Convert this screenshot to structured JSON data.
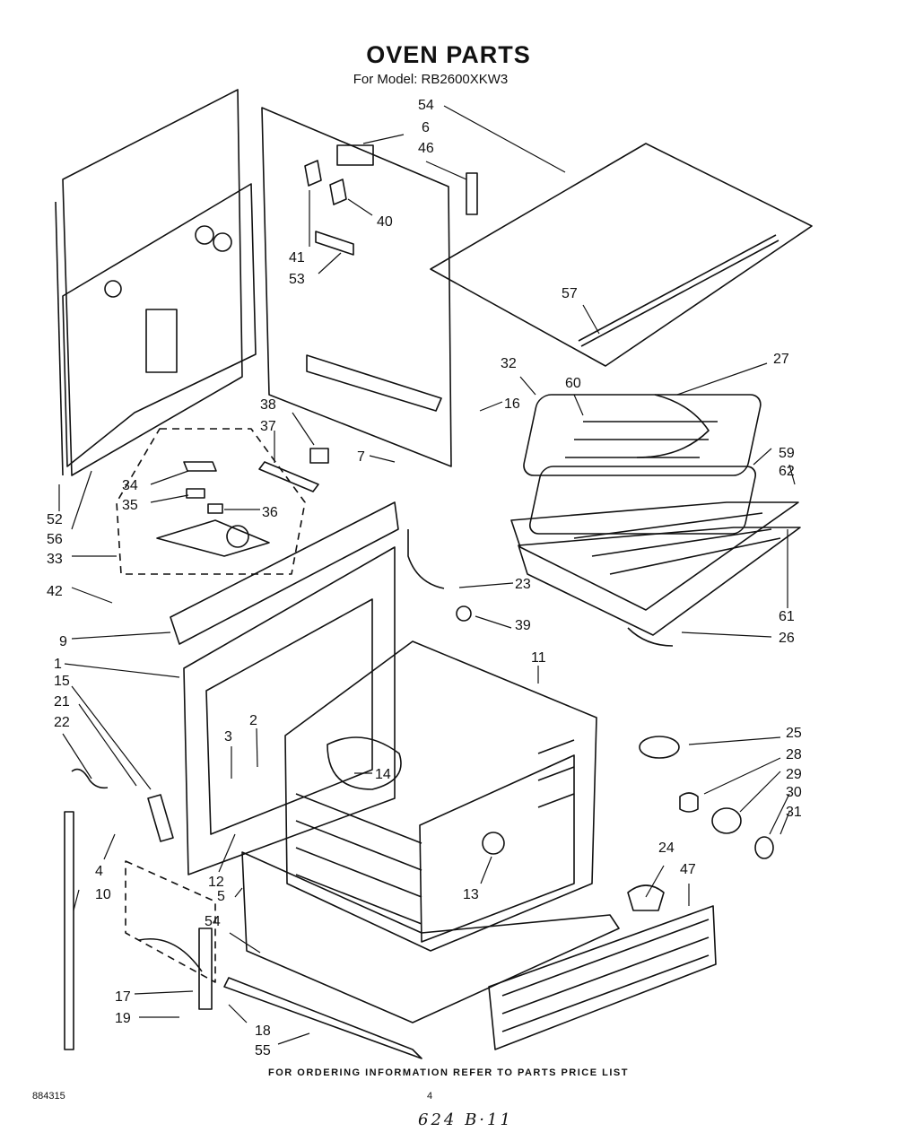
{
  "header": {
    "title": "OVEN PARTS",
    "model": "For Model: RB2600XKW3"
  },
  "footer": {
    "ordering_note": "FOR ORDERING INFORMATION REFER TO PARTS PRICE LIST",
    "doc_number": "884315",
    "page_number": "4",
    "handwritten": "624 B·11"
  },
  "callouts": [
    "54",
    "6",
    "46",
    "40",
    "41",
    "53",
    "57",
    "27",
    "32",
    "60",
    "16",
    "59",
    "62",
    "38",
    "37",
    "7",
    "34",
    "35",
    "36",
    "52",
    "56",
    "33",
    "42",
    "23",
    "39",
    "61",
    "26",
    "9",
    "1",
    "11",
    "15",
    "21",
    "22",
    "3",
    "2",
    "14",
    "25",
    "28",
    "29",
    "30",
    "31",
    "24",
    "47",
    "13",
    "12",
    "4",
    "10",
    "5",
    "54",
    "17",
    "19",
    "18",
    "55"
  ]
}
